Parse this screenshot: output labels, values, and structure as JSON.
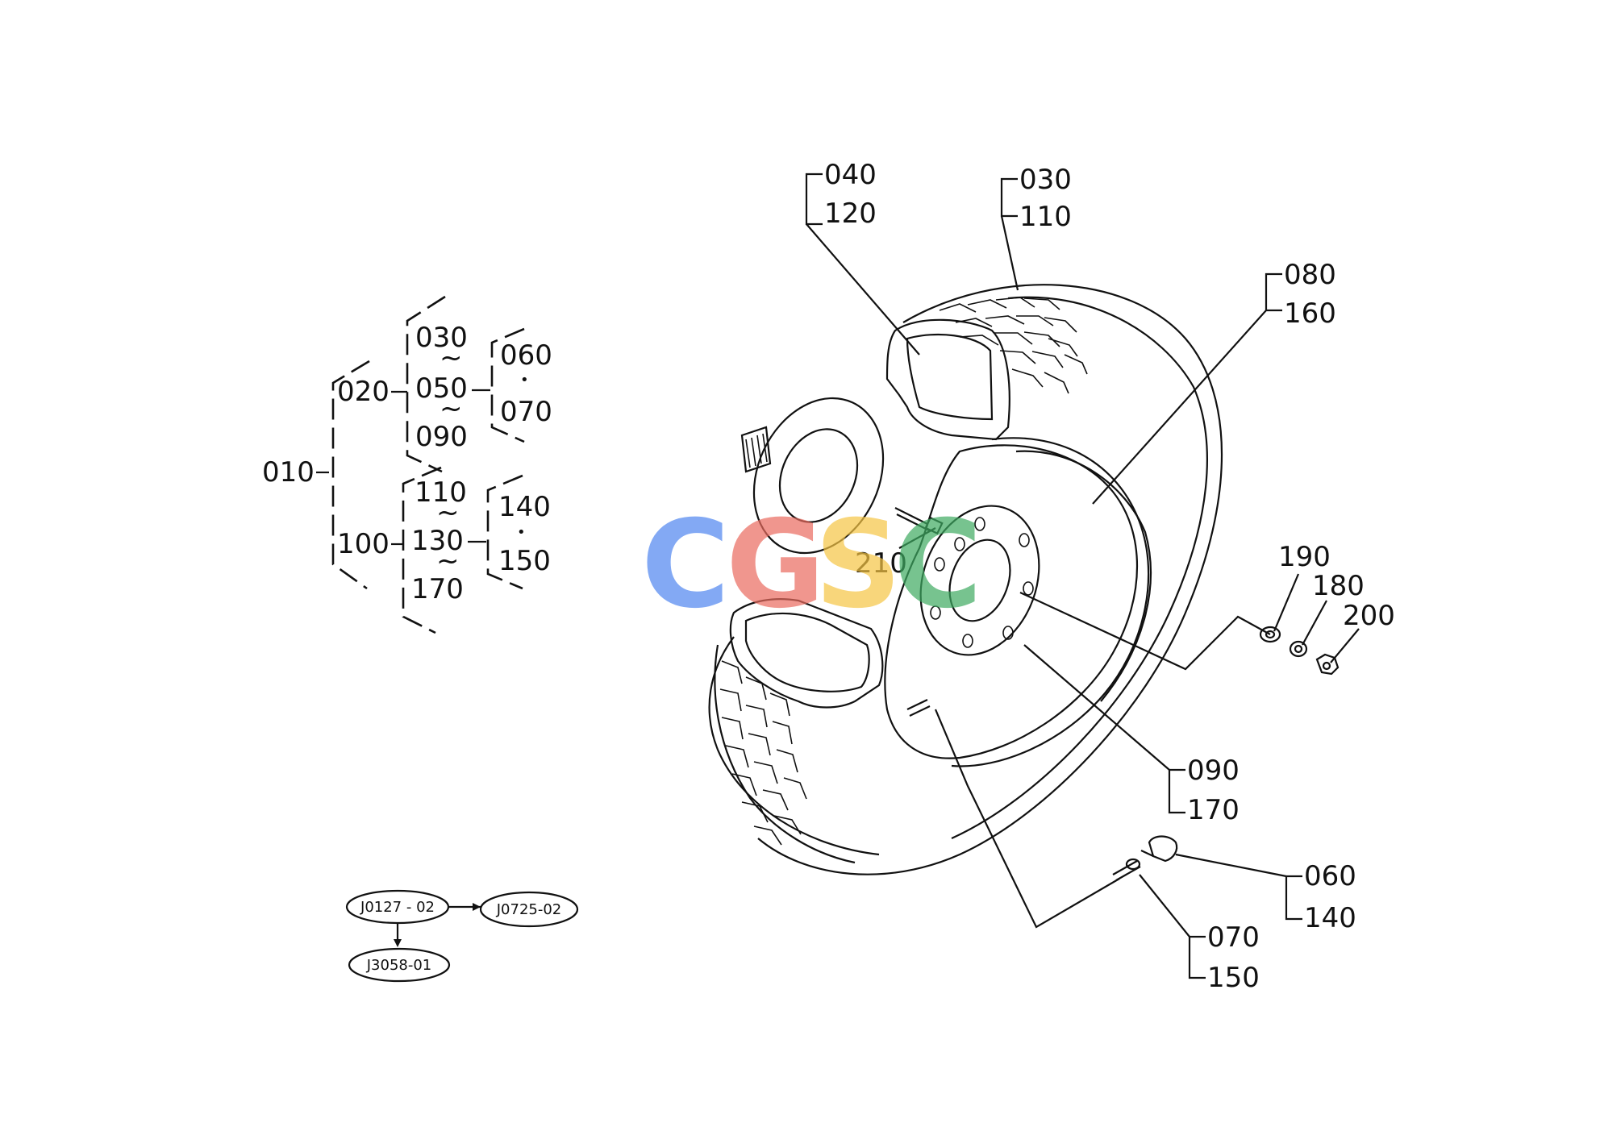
{
  "tree": {
    "root": "010",
    "n020": "020",
    "n100": "100",
    "g1": [
      "030",
      "050",
      "090"
    ],
    "g2": [
      "110",
      "130",
      "170"
    ],
    "s1": [
      "060",
      "070"
    ],
    "s2": [
      "140",
      "150"
    ],
    "tilde": "~",
    "dot": "•"
  },
  "callouts": {
    "c040": "040",
    "c120": "120",
    "c030": "030",
    "c110": "110",
    "c080": "080",
    "c160": "160",
    "c190": "190",
    "c180": "180",
    "c200": "200",
    "c210": "210",
    "c090": "090",
    "c170": "170",
    "c060": "060",
    "c140": "140",
    "c070": "070",
    "c150": "150"
  },
  "refs": {
    "r1": "J0127 - 02",
    "r2": "J0725-02",
    "r3": "J3058-01"
  },
  "watermark": {
    "letters": [
      "C",
      "G",
      "S",
      "C"
    ],
    "colors": [
      "#4f86f0",
      "#ea6b5f",
      "#f6c544",
      "#3eaa61"
    ]
  }
}
